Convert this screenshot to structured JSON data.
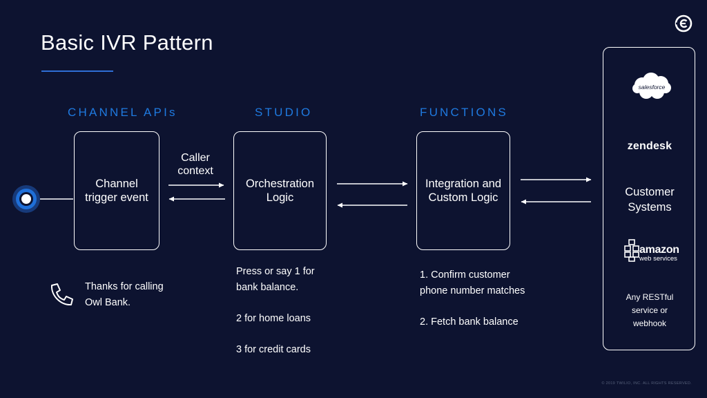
{
  "header": {
    "title": "Basic IVR Pattern"
  },
  "sections": {
    "channel_apis": "CHANNEL APIs",
    "studio": "STUDIO",
    "functions": "FUNCTIONS"
  },
  "boxes": {
    "channel": "Channel\ntrigger event",
    "orchestration": "Orchestration\nLogic",
    "integration": "Integration and\nCustom Logic"
  },
  "edge_labels": {
    "caller_context": "Caller\ncontext"
  },
  "notes": {
    "greeting": "Thanks for calling\nOwl Bank.",
    "menu": "Press or say 1 for\nbank balance.\n\n2 for home loans\n\n3 for credit cards",
    "functions": "1. Confirm customer\nphone number matches\n\n2. Fetch bank balance"
  },
  "customer_systems": {
    "salesforce_logo": "salesforce",
    "zendesk_logo": "zendesk",
    "label": "Customer\nSystems",
    "aws_logo_main": "amazon",
    "aws_logo_sub": "web services",
    "note": "Any RESTful\nservice or\nwebhook"
  },
  "footer": {
    "copyright": "© 2019 TWILIO, INC. ALL RIGHTS RESERVED."
  },
  "colors": {
    "background": "#0d1330",
    "accent": "#1f7ae0",
    "foreground": "#ffffff"
  },
  "icons": {
    "logo": "twilio-logo-icon",
    "caller": "caller-dot-icon",
    "phone": "phone-icon"
  }
}
